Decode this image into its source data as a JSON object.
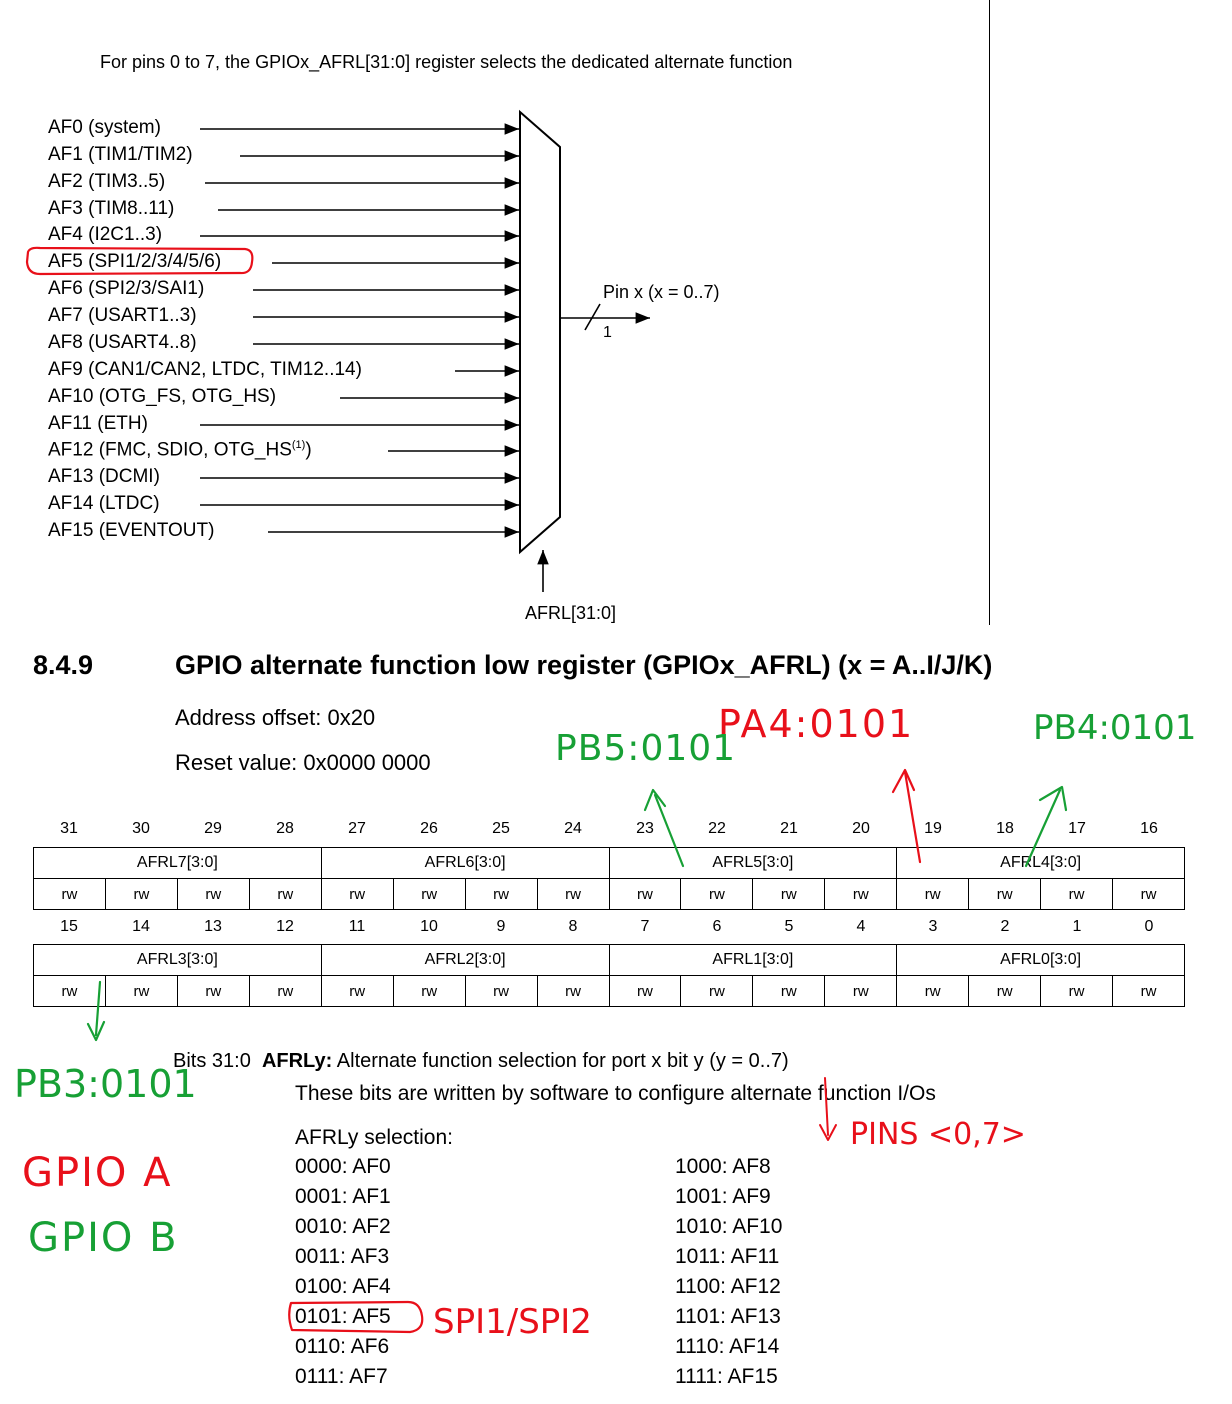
{
  "diagram": {
    "caption": "For pins 0 to 7, the GPIOx_AFRL[31:0] register selects the dedicated alternate function",
    "inputs": [
      "AF0 (system)",
      "AF1 (TIM1/TIM2)",
      "AF2 (TIM3..5)",
      "AF3 (TIM8..11)",
      "AF4 (I2C1..3)",
      "AF5 (SPI1/2/3/4/5/6)",
      "AF6 (SPI2/3/SAI1)",
      "AF7 (USART1..3)",
      "AF8 (USART4..8)",
      "AF9 (CAN1/CAN2, LTDC, TIM12..14)",
      "AF10 (OTG_FS, OTG_HS)",
      "AF11 (ETH)",
      "AF12 (FMC, SDIO, OTG_HS",
      "AF13 (DCMI)",
      "AF14 (LTDC)",
      "AF15 (EVENTOUT)"
    ],
    "af12_superscript": "(1)",
    "af12_close": ")",
    "output_label": "Pin x (x = 0..7)",
    "bus_width": "1",
    "selector_label": "AFRL[31:0]"
  },
  "section": {
    "number": "8.4.9",
    "title": "GPIO alternate function low register (GPIOx_AFRL) (x = A..I/J/K)",
    "address_offset": "Address offset: 0x20",
    "reset_value": "Reset value: 0x0000 0000"
  },
  "register": {
    "upper_bits": [
      "31",
      "30",
      "29",
      "28",
      "27",
      "26",
      "25",
      "24",
      "23",
      "22",
      "21",
      "20",
      "19",
      "18",
      "17",
      "16"
    ],
    "upper_fields": [
      "AFRL7[3:0]",
      "AFRL6[3:0]",
      "AFRL5[3:0]",
      "AFRL4[3:0]"
    ],
    "lower_bits": [
      "15",
      "14",
      "13",
      "12",
      "11",
      "10",
      "9",
      "8",
      "7",
      "6",
      "5",
      "4",
      "3",
      "2",
      "1",
      "0"
    ],
    "lower_fields": [
      "AFRL3[3:0]",
      "AFRL2[3:0]",
      "AFRL1[3:0]",
      "AFRL0[3:0]"
    ],
    "access": "rw"
  },
  "bits_description": {
    "range": "Bits 31:0",
    "field": "AFRLy:",
    "summary": "Alternate function selection for port x bit y (y = 0..7)",
    "line2": "These bits are written by software to configure alternate function I/Os",
    "selection_title": "AFRLy selection:",
    "left_col": [
      "0000: AF0",
      "0001: AF1",
      "0010: AF2",
      "0011: AF3",
      "0100: AF4",
      "0101: AF5",
      "0110: AF6",
      "0111: AF7"
    ],
    "right_col": [
      "1000: AF8",
      "1001: AF9",
      "1010: AF10",
      "1011: AF11",
      "1100: AF12",
      "1101: AF13",
      "1110: AF14",
      "1111: AF15"
    ]
  },
  "annotations": {
    "pa4": "PA4:0101",
    "pb5": "PB5:0101",
    "pb4": "PB4:0101",
    "pb3": "PB3:0101",
    "pins": "PINS <0,7>",
    "gpio_a": "GPIO A",
    "gpio_b": "GPIO B",
    "spi": "SPI1/SPI2",
    "red": "#e8101a",
    "green": "#17a035"
  }
}
